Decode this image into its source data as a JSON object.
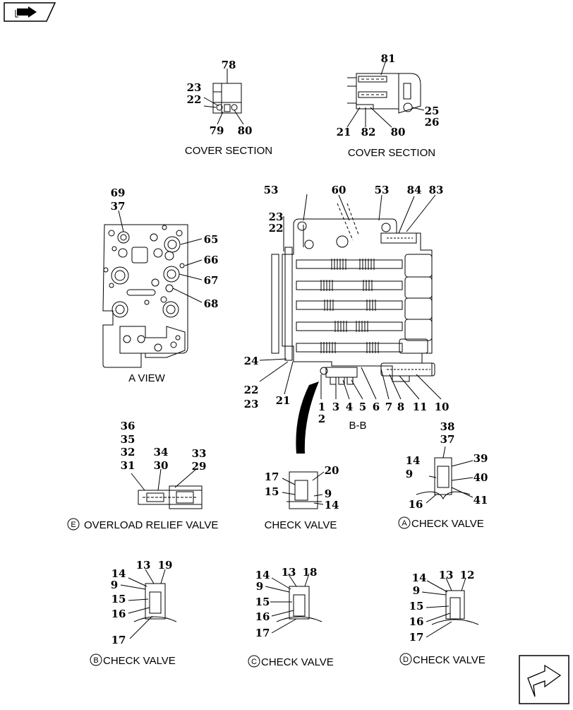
{
  "nav": {
    "top_icon": "book-arrow-icon",
    "bottom_icon": "next-page-arrow-icon"
  },
  "captions": {
    "cover_left": "COVER SECTION",
    "cover_right": "COVER SECTION",
    "a_view": "A VIEW",
    "bb": "B-B",
    "overload": "OVERLOAD RELIEF VALVE",
    "check_mid": "CHECK VALVE",
    "check_a": "CHECK VALVE",
    "check_b": "CHECK VALVE",
    "check_c": "CHECK VALVE",
    "check_d": "CHECK VALVE"
  },
  "circle_letters": {
    "e": "E",
    "a": "A",
    "b": "B",
    "c": "C",
    "d": "D"
  },
  "callouts": {
    "c78": "78",
    "c23a": "23",
    "c22a": "22",
    "c79": "79",
    "c80a": "80",
    "c81": "81",
    "c21a": "21",
    "c82": "82",
    "c80b": "80",
    "c25": "25",
    "c26": "26",
    "c69": "69",
    "c37a": "37",
    "c65": "65",
    "c66": "66",
    "c67": "67",
    "c68": "68",
    "c53a": "53",
    "c60": "60",
    "c53b": "53",
    "c84": "84",
    "c83": "83",
    "c23b": "23",
    "c22b": "22",
    "c24": "24",
    "c22c": "22",
    "c23c": "23",
    "c21b": "21",
    "c1": "1",
    "c2": "2",
    "c3": "3",
    "c4": "4",
    "c5": "5",
    "c6": "6",
    "c7": "7",
    "c8": "8",
    "c11": "11",
    "c10": "10",
    "c36": "36",
    "c35": "35",
    "c32": "32",
    "c31": "31",
    "c34": "34",
    "c30": "30",
    "c33": "33",
    "c29": "29",
    "m17": "17",
    "m15": "15",
    "m20": "20",
    "m9": "9",
    "m14": "14",
    "a38": "38",
    "a37": "37",
    "a14": "14",
    "a9": "9",
    "a39": "39",
    "a40": "40",
    "a16": "16",
    "a41": "41",
    "b14": "14",
    "b13": "13",
    "b19": "19",
    "b9": "9",
    "b15": "15",
    "b16": "16",
    "b17": "17",
    "x14": "14",
    "x13": "13",
    "x18": "18",
    "x9": "9",
    "x15": "15",
    "x16": "16",
    "x17": "17",
    "d14": "14",
    "d13": "13",
    "d12": "12",
    "d9": "9",
    "d15": "15",
    "d16": "16",
    "d17": "17"
  }
}
